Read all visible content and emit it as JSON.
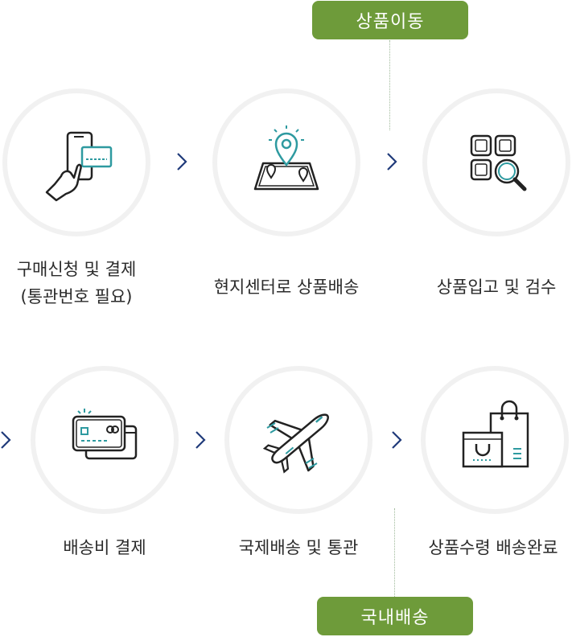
{
  "badges": {
    "top": "상품이동",
    "bottom": "국내배송"
  },
  "steps": [
    {
      "line1": "구매신청 및 결제",
      "line2": "(통관번호 필요)",
      "icon": "phone-card-payment-icon"
    },
    {
      "line1": "현지센터로 상품배송",
      "line2": "",
      "icon": "map-location-pin-icon"
    },
    {
      "line1": "상품입고 및 검수",
      "line2": "",
      "icon": "grid-magnifier-inspect-icon"
    },
    {
      "line1": "배송비 결제",
      "line2": "",
      "icon": "credit-card-icon"
    },
    {
      "line1": "국제배송 및 통관",
      "line2": "",
      "icon": "airplane-icon"
    },
    {
      "line1": "상품수령 배송완료",
      "line2": "",
      "icon": "shopping-bags-icon"
    }
  ],
  "colors": {
    "badge": "#6e9b3a",
    "accent": "#2e9aa0",
    "chevron": "#1f3a7a",
    "circle_border": "#f1f1f1",
    "icon_stroke": "#222222"
  }
}
